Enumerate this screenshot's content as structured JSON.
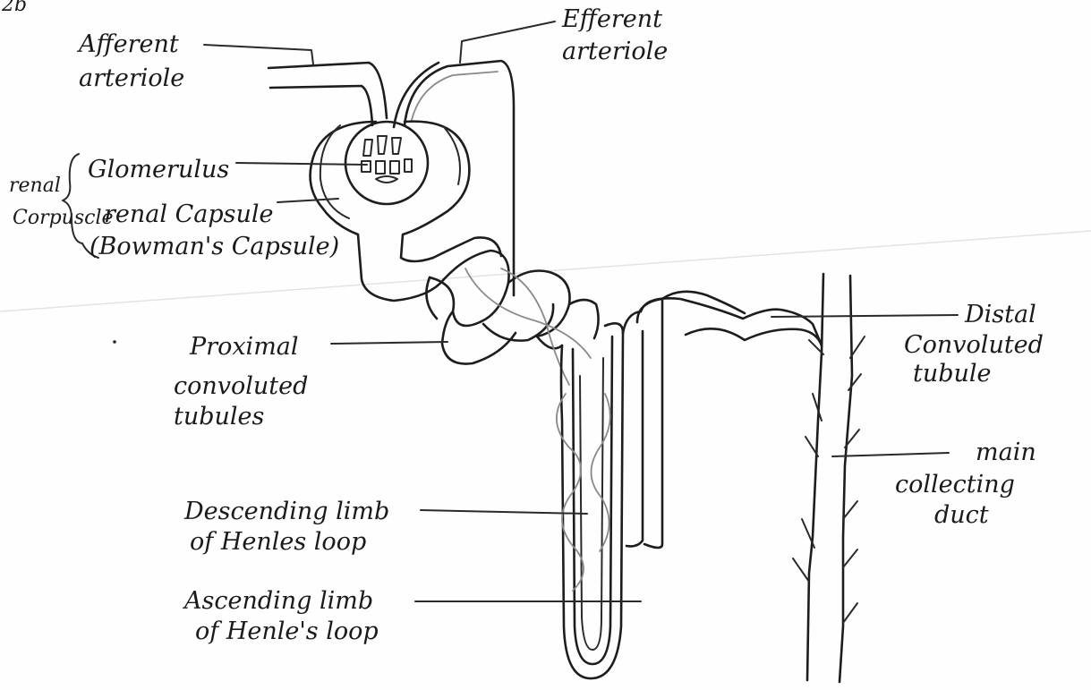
{
  "corner_mark": "2b",
  "labels": {
    "afferent_line1": "Afferent",
    "afferent_line2": "arteriole",
    "efferent_line1": "Efferent",
    "efferent_line2": "arteriole",
    "renal_corpuscle_line1": "renal",
    "renal_corpuscle_line2": "Corpuscle",
    "glomerulus": "Glomerulus",
    "renal_capsule": "renal Capsule",
    "bowmans_capsule": "(Bowman's Capsule)",
    "proximal_line1": "Proximal",
    "proximal_line2": "convoluted",
    "proximal_line3": "tubules",
    "descending_line1": "Descending limb",
    "descending_line2": "of Henles loop",
    "ascending_line1": "Ascending limb",
    "ascending_line2": "of Henle's loop",
    "distal_line1": "Distal",
    "distal_line2": "Convoluted",
    "distal_line3": "tubule",
    "collecting_line1": "main",
    "collecting_line2": "collecting",
    "collecting_line3": "duct"
  }
}
